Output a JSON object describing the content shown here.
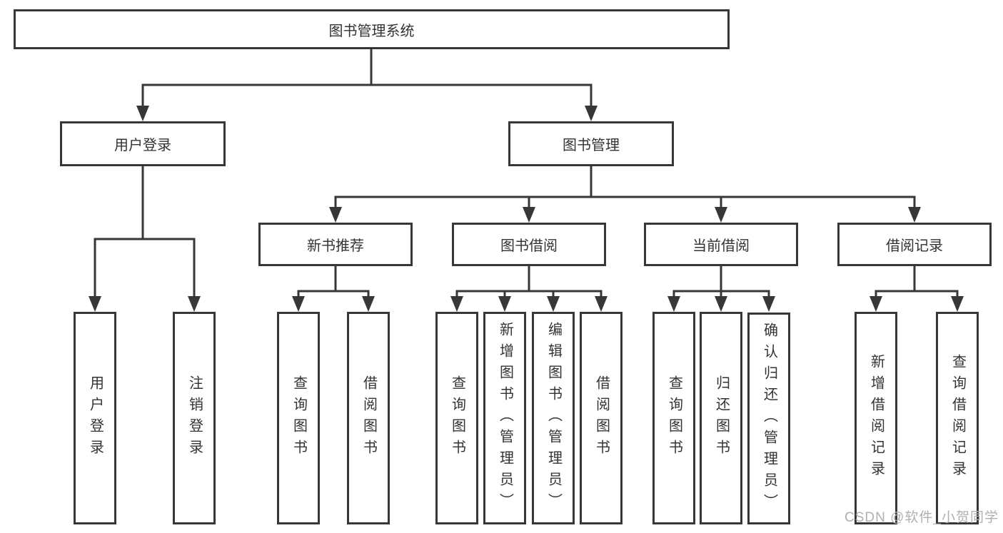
{
  "tree": {
    "label": "图书管理系统",
    "children": [
      {
        "label": "用户登录",
        "children": [
          {
            "label": "用户登录"
          },
          {
            "label": "注销登录"
          }
        ]
      },
      {
        "label": "图书管理",
        "children": [
          {
            "label": "新书推荐",
            "children": [
              {
                "label": "查询图书"
              },
              {
                "label": "借阅图书"
              }
            ]
          },
          {
            "label": "图书借阅",
            "children": [
              {
                "label": "查询图书"
              },
              {
                "label": "新增图书（管理员）"
              },
              {
                "label": "编辑图书（管理员）"
              },
              {
                "label": "借阅图书"
              }
            ]
          },
          {
            "label": "当前借阅",
            "children": [
              {
                "label": "查询图书"
              },
              {
                "label": "归还图书"
              },
              {
                "label": "确认归还（管理员）"
              }
            ]
          },
          {
            "label": "借阅记录",
            "children": [
              {
                "label": "新增借阅记录"
              },
              {
                "label": "查询借阅记录"
              }
            ]
          }
        ]
      }
    ]
  },
  "watermark": {
    "text": "CSDN @软件_小贺同学"
  },
  "colors": {
    "line": "#373737",
    "box_border": "#373737",
    "text": "#333333",
    "watermark": "#b0b0b0",
    "background": "#ffffff"
  }
}
